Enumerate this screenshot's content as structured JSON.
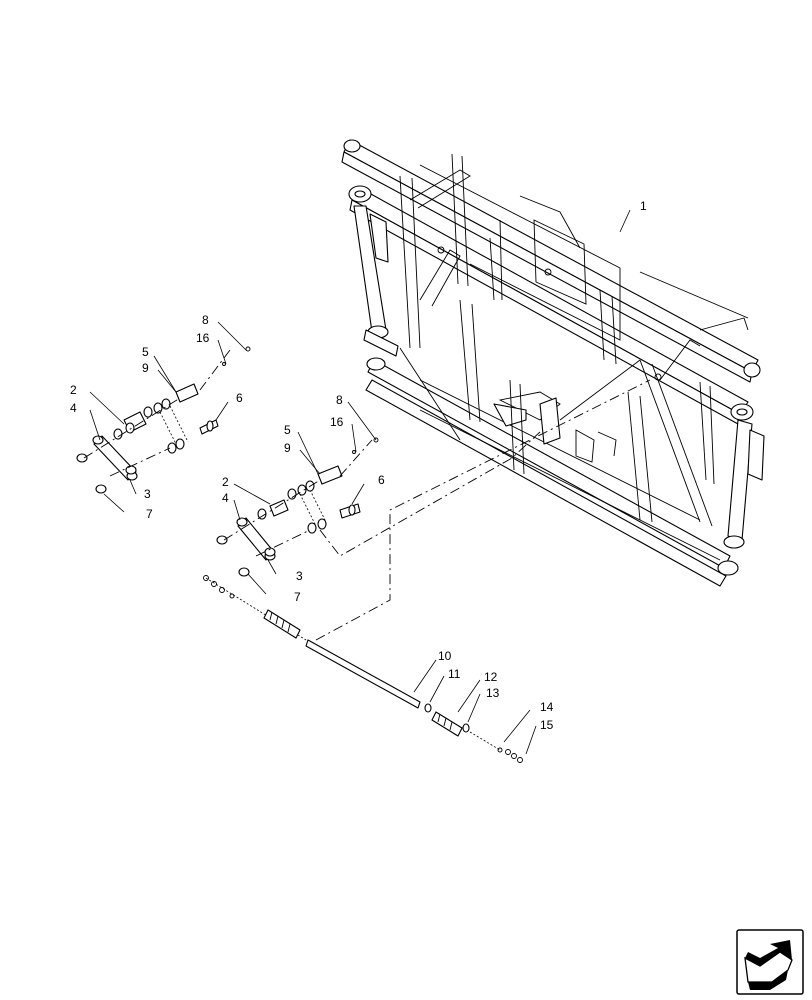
{
  "callouts": {
    "c1": "1",
    "c2a": "2",
    "c3a": "3",
    "c4a": "4",
    "c5a": "5",
    "c6a": "6",
    "c7a": "7",
    "c8a": "8",
    "c9a": "9",
    "c16a": "16",
    "c2b": "2",
    "c3b": "3",
    "c4b": "4",
    "c5b": "5",
    "c6b": "6",
    "c7b": "7",
    "c8b": "8",
    "c9b": "9",
    "c16b": "16",
    "c10": "10",
    "c11": "11",
    "c12": "12",
    "c13": "13",
    "c14": "14",
    "c15": "15"
  },
  "icons": {
    "nav": "arrow-navigation-icon"
  }
}
